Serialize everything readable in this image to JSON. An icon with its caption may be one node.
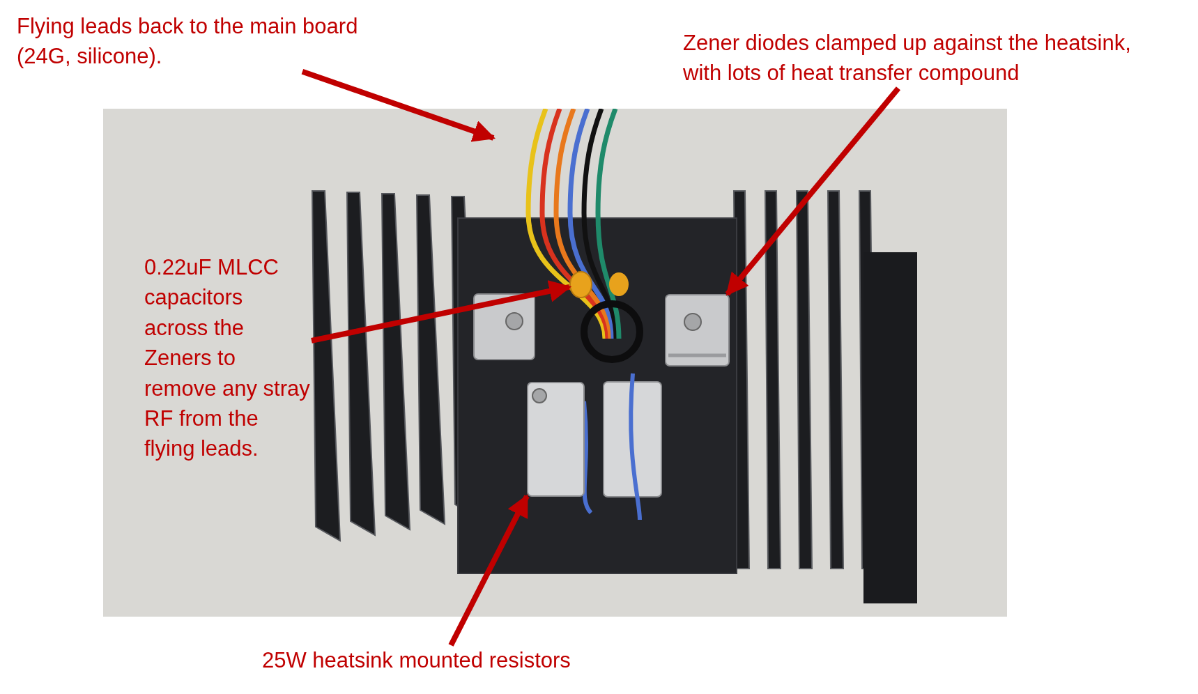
{
  "diagram": {
    "nodes": [
      {
        "text": [],
        "shape": "picture"
      },
      {
        "text": [
          "Flying leads back to the main board (24G, silicone)."
        ]
      },
      {
        "text": [],
        "shape": "picture",
        "in": 0
      },
      {
        "text": [
          "Zener diodes clamped up against the heatsink, with lots of heat transfer compound"
        ]
      },
      {
        "text": [],
        "shape": "picture",
        "in": 0
      },
      {
        "text": [
          "0.22uF MLCC capacitors across the Zeners to remove any stray RF from the flying leads."
        ],
        "in": 0
      },
      {
        "text": [],
        "shape": "circle",
        "in": 0
      },
      {
        "text": [
          "25W heatsink mounted resistors"
        ]
      },
      {
        "text": [],
        "shape": "picture",
        "in": 0
      }
    ],
    "edges": [
      {
        "from": 1,
        "to": 2,
        "arrow": "to"
      },
      {
        "from": 3,
        "to": 4,
        "arrow": "to"
      },
      {
        "from": 5,
        "to": 6,
        "arrow": "to"
      },
      {
        "from": 7,
        "to": 8,
        "arrow": "to"
      }
    ]
  }
}
